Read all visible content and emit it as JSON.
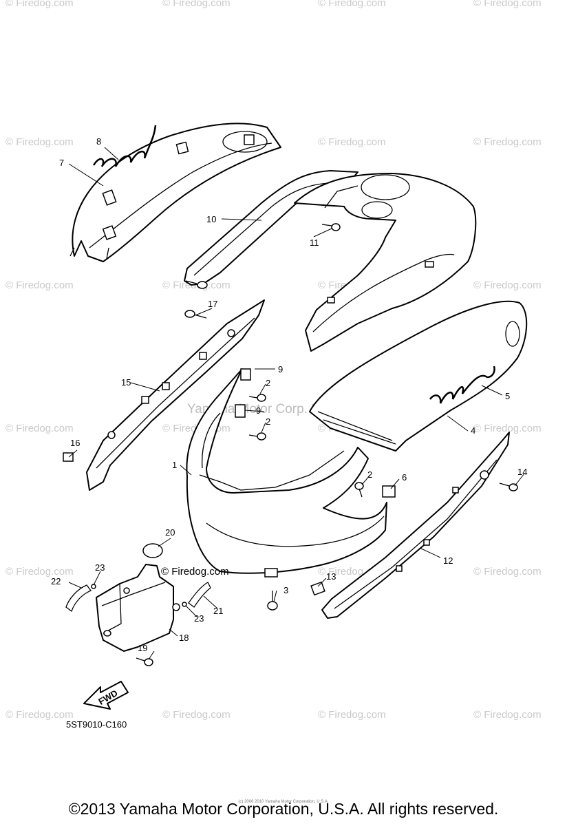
{
  "watermark": {
    "text": "© Firedog.com",
    "center_text": "Yamaha Motor Corp. U.S.A.",
    "inline_text": "© Firedog.com"
  },
  "diagram": {
    "code": "5ST9010-C160",
    "fwd_label": "FWD",
    "callouts": [
      "1",
      "2",
      "2",
      "2",
      "3",
      "4",
      "5",
      "6",
      "7",
      "8",
      "9",
      "9",
      "10",
      "11",
      "12",
      "13",
      "14",
      "15",
      "16",
      "17",
      "18",
      "19",
      "20",
      "21",
      "22",
      "23",
      "23"
    ]
  },
  "footer": {
    "copyright": "©2013 Yamaha Motor Corporation, U.S.A. All rights reserved.",
    "fine_print": "(c) 2006 2010 Yamaha Motor Corporation, U.S.A."
  },
  "colors": {
    "line": "#000000",
    "watermark": "#c9c9c9",
    "background": "#ffffff"
  }
}
